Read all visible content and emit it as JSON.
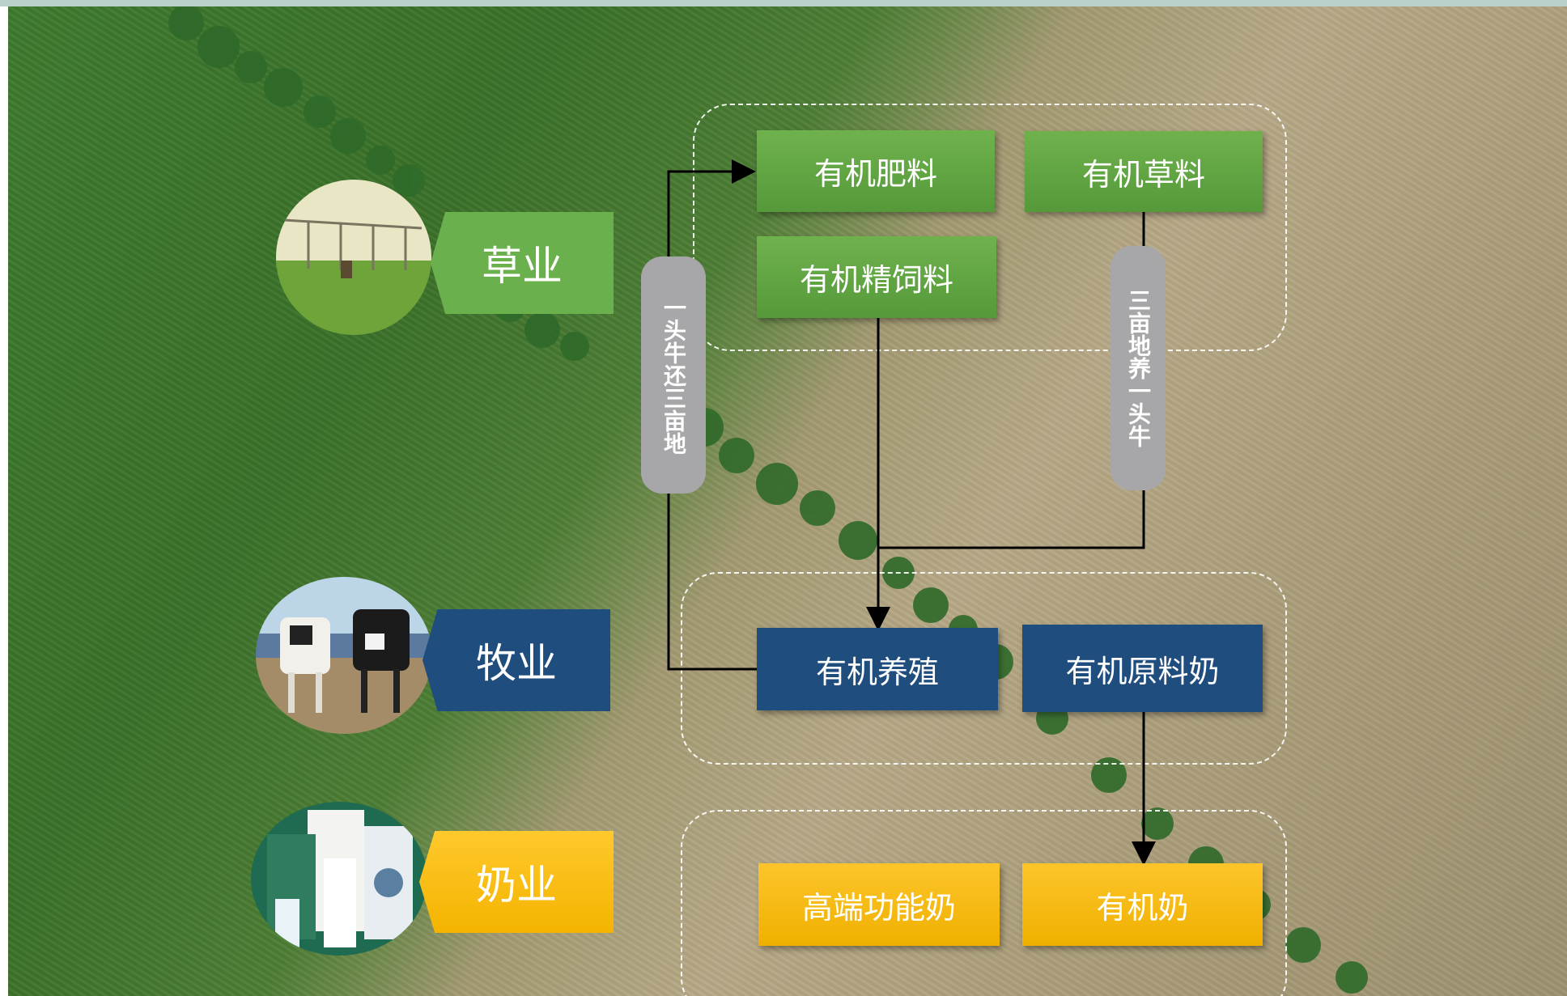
{
  "diagram": {
    "sectors": [
      {
        "id": "grass",
        "label": "草业",
        "color": "#6ab04c"
      },
      {
        "id": "livestock",
        "label": "牧业",
        "color": "#1f4d7e"
      },
      {
        "id": "dairy",
        "label": "奶业",
        "color": "#f5b800"
      }
    ],
    "nodes": {
      "organic_fertilizer": "有机肥料",
      "organic_forage": "有机草料",
      "organic_concentrate": "有机精饲料",
      "organic_breeding": "有机养殖",
      "organic_raw_milk": "有机原料奶",
      "premium_functional_milk": "高端功能奶",
      "organic_milk": "有机奶"
    },
    "pills": {
      "left": "一头牛还三亩地",
      "right": "三亩地养一头牛"
    },
    "photos": {
      "grass": "irrigation-field-photo",
      "livestock": "cows-photo",
      "dairy": "milk-products-photo"
    }
  }
}
